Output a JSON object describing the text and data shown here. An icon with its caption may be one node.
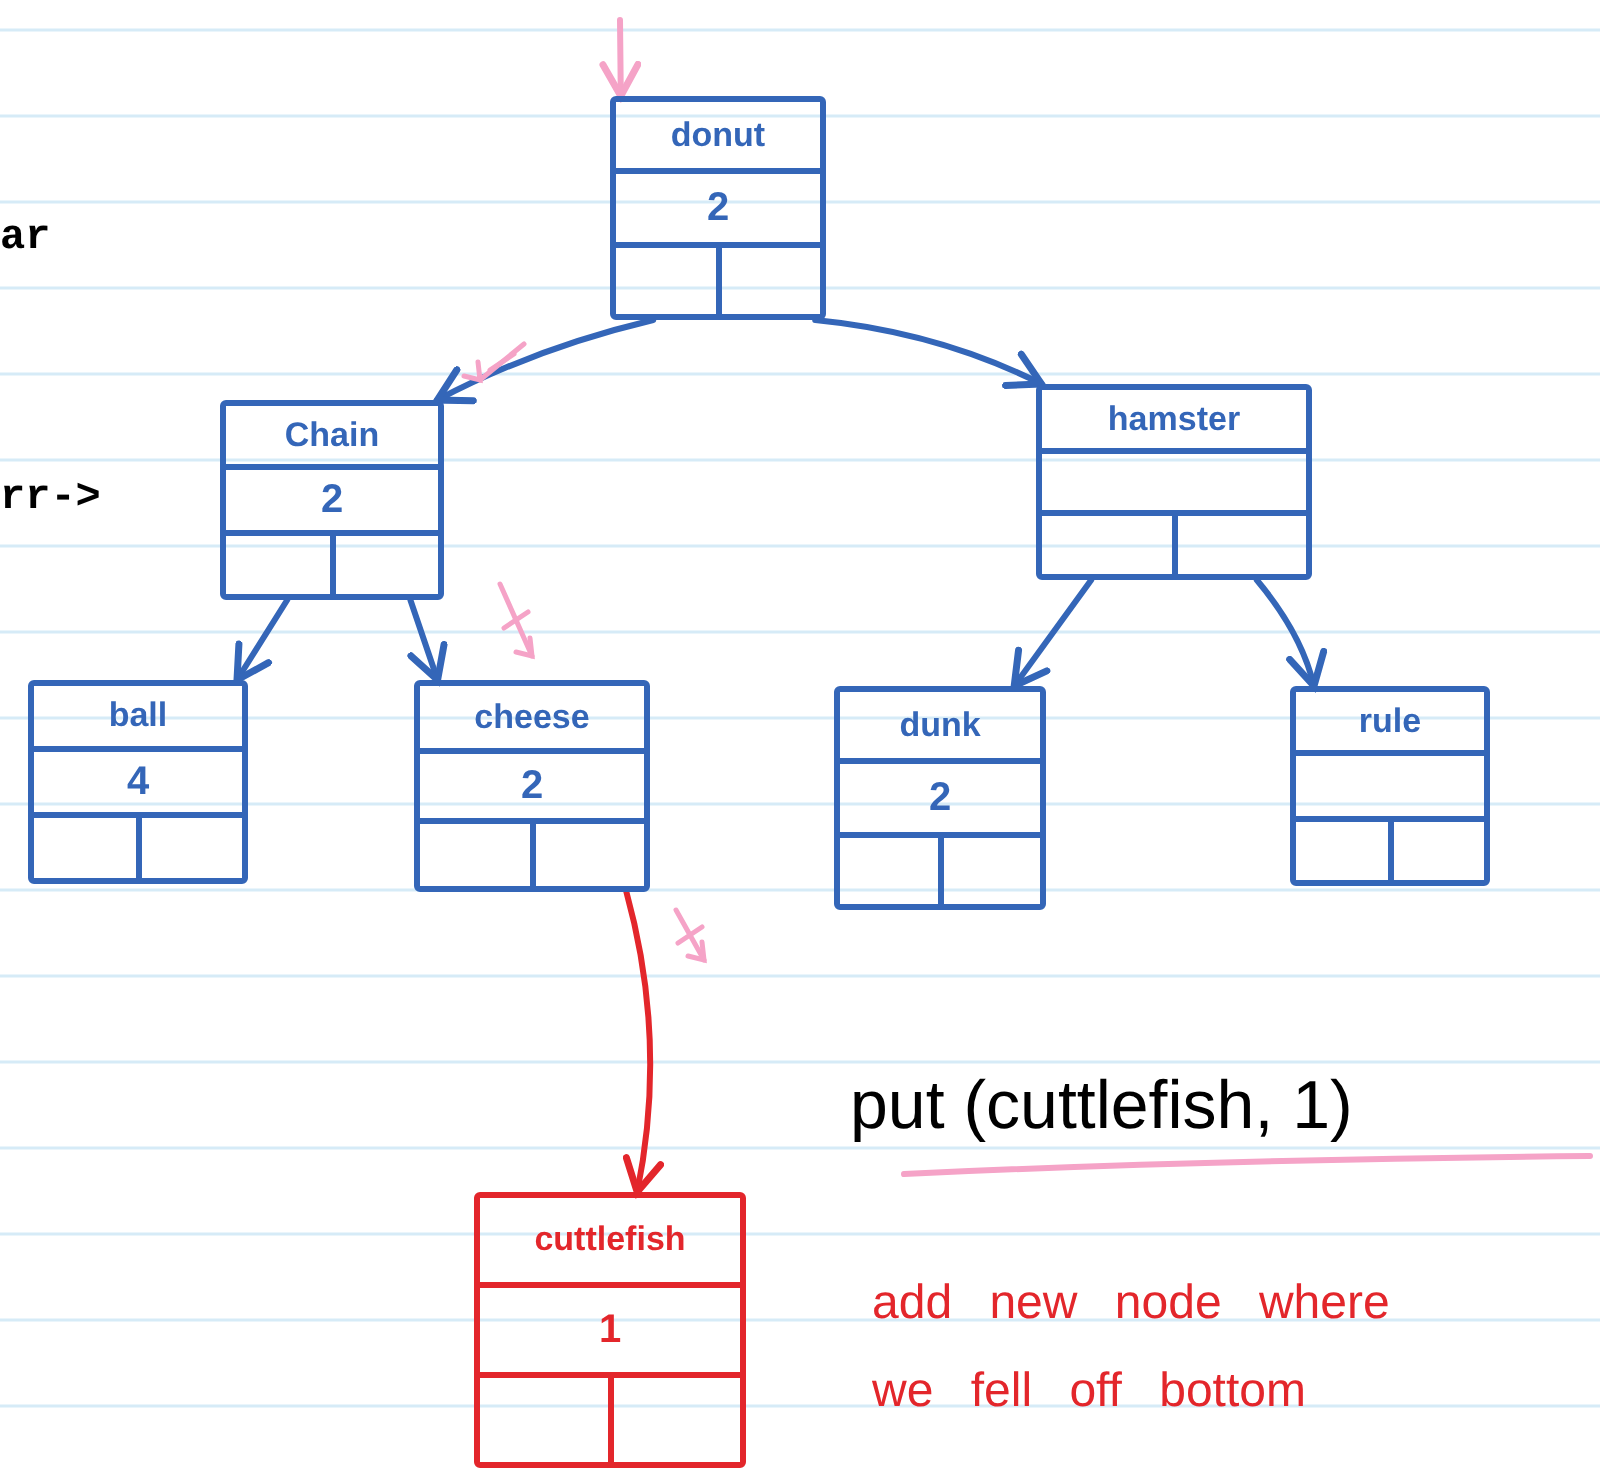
{
  "diagram": {
    "nodes": [
      {
        "text": [
          "donut",
          "2"
        ]
      },
      {
        "text": [
          "Chain",
          "2"
        ]
      },
      {
        "text": [
          "hamster"
        ]
      },
      {
        "text": [
          "ball",
          "4"
        ]
      },
      {
        "text": [
          "cheese",
          "2"
        ]
      },
      {
        "text": [
          "dunk",
          "2"
        ]
      },
      {
        "text": [
          "rule"
        ]
      },
      {
        "text": [
          "cuttlefish",
          "1"
        ]
      }
    ],
    "edges": [
      {
        "from": 0,
        "to": 1,
        "arrow": "to"
      },
      {
        "from": 0,
        "to": 2,
        "arrow": "to"
      },
      {
        "from": 1,
        "to": 3,
        "arrow": "to"
      },
      {
        "from": 1,
        "to": 4,
        "arrow": "to"
      },
      {
        "from": 2,
        "to": 5,
        "arrow": "to"
      },
      {
        "from": 2,
        "to": 6,
        "arrow": "to"
      },
      {
        "from": 4,
        "to": 7,
        "arrow": "to",
        "color": "#e3262b"
      },
      {
        "from": null,
        "to": 0,
        "arrow": "to",
        "color": "#f5a3c7"
      }
    ],
    "labels": [
      "ar",
      "rr->",
      "put (cuttlefish, 1)",
      "add new node where we fell off bottom"
    ]
  }
}
